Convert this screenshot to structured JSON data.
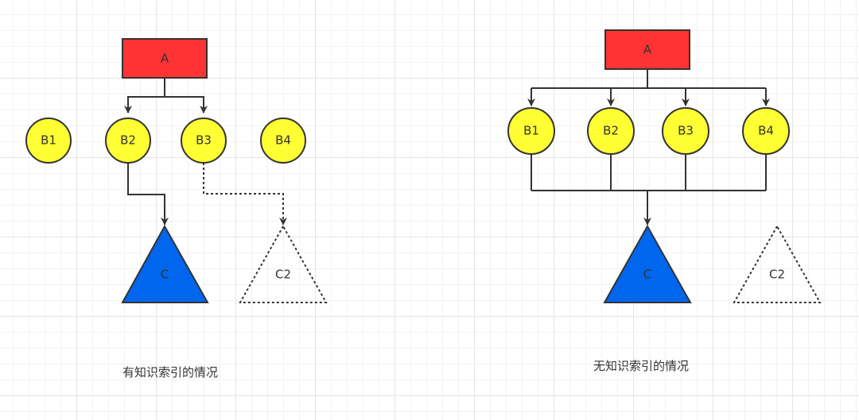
{
  "colors": {
    "rect_fill": "#ff3333",
    "circle_fill": "#ffff33",
    "solid_triangle_fill": "#0066ee",
    "stroke": "#333333"
  },
  "left": {
    "root_label": "A",
    "b_nodes": [
      "B1",
      "B2",
      "B3",
      "B4"
    ],
    "c_label": "C",
    "c2_label": "C2",
    "caption": "有知识索引的情况"
  },
  "right": {
    "root_label": "A",
    "b_nodes": [
      "B1",
      "B2",
      "B3",
      "B4"
    ],
    "c_label": "C",
    "c2_label": "C2",
    "caption": "无知识索引的情况"
  }
}
